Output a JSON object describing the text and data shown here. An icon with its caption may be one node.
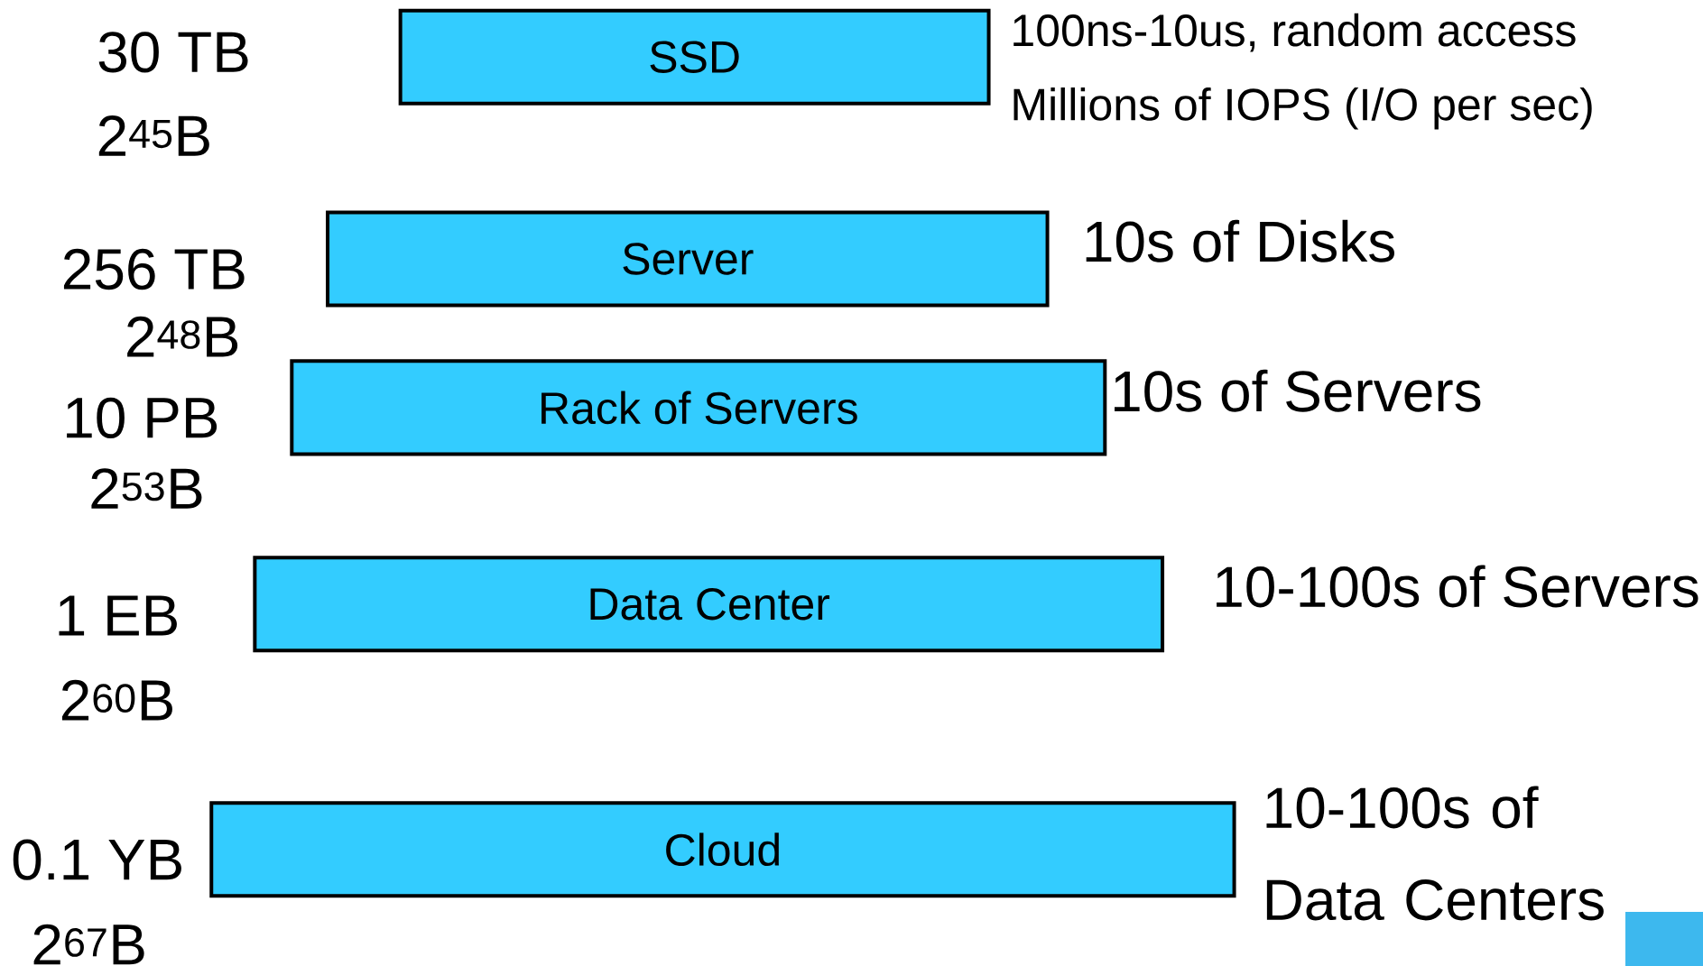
{
  "diagram": {
    "nodes": [
      {
        "text": [
          "SSD"
        ],
        "beside": [
          "30 TB",
          "2$^{45}$B",
          "100ns-10us, random access",
          "Millions of IOPS (I/O per sec)"
        ]
      },
      {
        "text": [
          "Server"
        ],
        "beside": [
          "256 TB",
          "2$^{48}$B",
          "10s of Disks"
        ]
      },
      {
        "text": [
          "Rack of Servers"
        ],
        "beside": [
          "10 PB",
          "2$^{53}$B",
          "10s of Servers"
        ]
      },
      {
        "text": [
          "Data Center"
        ],
        "beside": [
          "1 EB",
          "2$^{60}$B",
          "10-100s of Servers"
        ]
      },
      {
        "text": [
          "Cloud"
        ],
        "beside": [
          "0.1 YB",
          "2$^{67}$B",
          "10-100s of Data Centers"
        ]
      }
    ]
  }
}
